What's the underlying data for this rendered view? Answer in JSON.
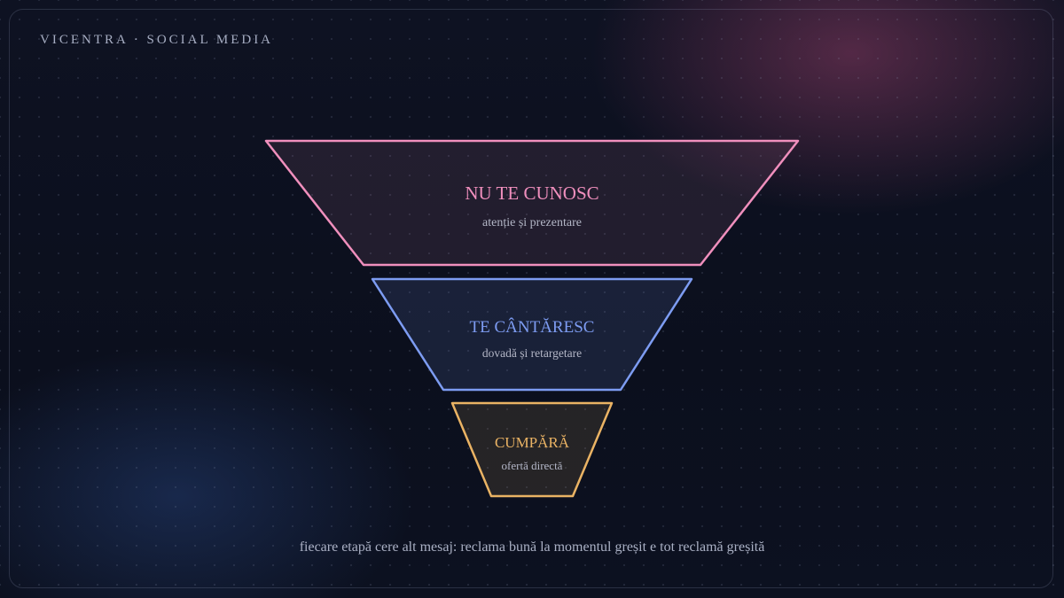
{
  "brand": "VICENTRA · SOCIAL MEDIA",
  "funnel": {
    "stages": [
      {
        "title": "NU TE CUNOSC",
        "subtitle": "atenție și prezentare",
        "color": "#f08fbd"
      },
      {
        "title": "TE CÂNTĂRESC",
        "subtitle": "dovadă și retargetare",
        "color": "#7d9cf2"
      },
      {
        "title": "CUMPĂRĂ",
        "subtitle": "ofertă directă",
        "color": "#eab364"
      }
    ]
  },
  "footer": "fiecare etapă cere alt mesaj: reclama bună la momentul greșit e tot reclamă greșită"
}
